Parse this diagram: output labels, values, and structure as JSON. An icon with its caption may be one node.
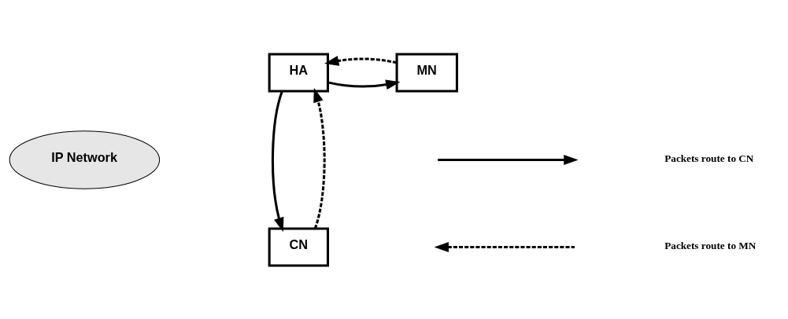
{
  "diagram": {
    "nodes": [
      {
        "text": [
          "HA"
        ]
      },
      {
        "text": [
          "MN"
        ]
      },
      {
        "text": [
          "IP Network"
        ]
      },
      {
        "text": [
          "CN"
        ]
      }
    ],
    "edges": [
      {
        "from": 0,
        "to": 1,
        "arrow": "to"
      },
      {
        "from": 1,
        "to": 0,
        "arrow": "to",
        "style": "dashed"
      },
      {
        "from": 0,
        "to": 3,
        "arrow": "to"
      },
      {
        "from": 3,
        "to": 0,
        "arrow": "to",
        "style": "dashed"
      }
    ],
    "legend": [
      {
        "text": "Packets route to CN"
      },
      {
        "text": "Packets route to MN"
      }
    ]
  }
}
